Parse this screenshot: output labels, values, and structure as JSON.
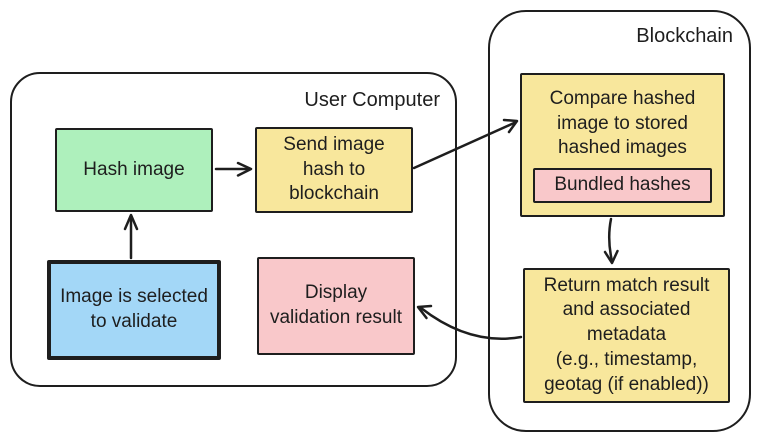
{
  "containers": {
    "user_computer": {
      "label": "User Computer"
    },
    "blockchain": {
      "label": "Blockchain"
    }
  },
  "nodes": {
    "image_selected": {
      "label": "Image is selected\nto validate",
      "color": "blue"
    },
    "hash_image": {
      "label": "Hash image",
      "color": "green"
    },
    "send_hash": {
      "label": "Send image\nhash to\nblockchain",
      "color": "yellow"
    },
    "display_result": {
      "label": "Display\nvalidation result",
      "color": "pink"
    },
    "compare_hashes": {
      "label": "Compare hashed\nimage to stored\nhashed images",
      "color": "yellow"
    },
    "bundled_hashes": {
      "label": "Bundled hashes",
      "color": "pink"
    },
    "return_result": {
      "label": "Return match result\nand associated\nmetadata\n(e.g., timestamp,\ngeotag (if enabled))",
      "color": "yellow"
    }
  },
  "flows": [
    "image_selected -> hash_image",
    "hash_image -> send_hash",
    "send_hash -> compare_hashes",
    "compare_hashes -> return_result",
    "return_result -> display_result"
  ],
  "colors": {
    "ink": "#1e1e1e",
    "yellow": "#f8e79c",
    "pink": "#f9c8ca",
    "green": "#aef0bc",
    "blue": "#a3d7f7"
  }
}
